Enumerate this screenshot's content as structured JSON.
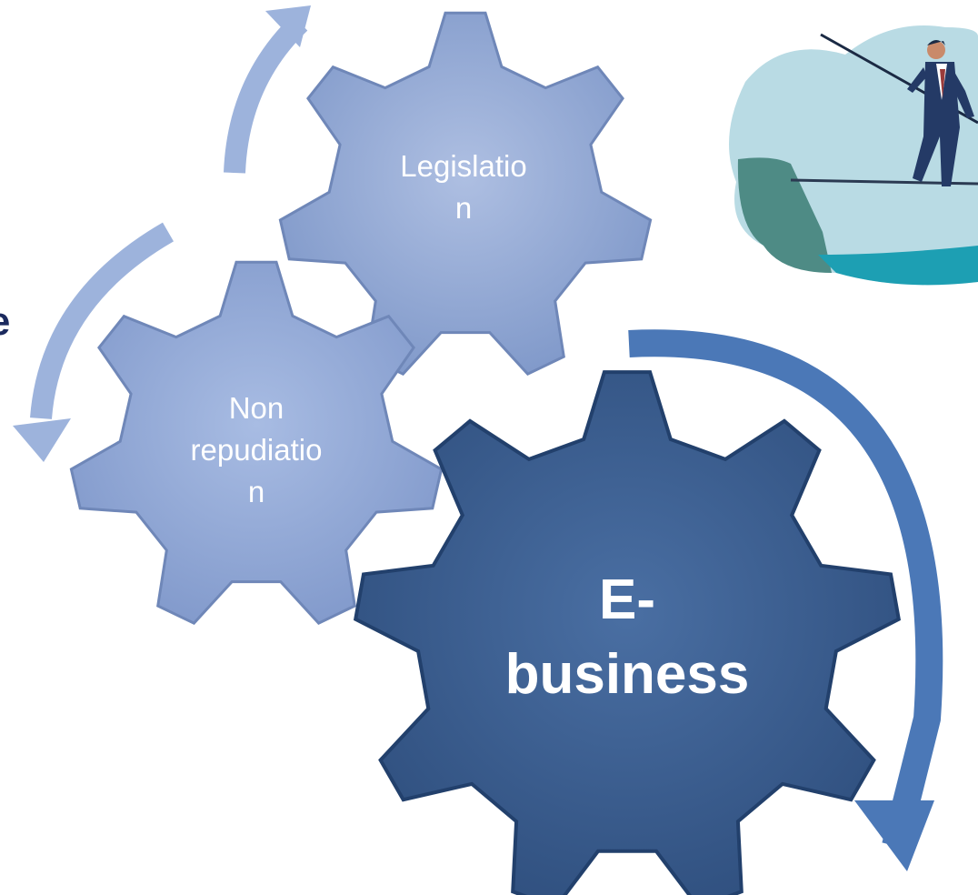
{
  "diagram": {
    "gears": [
      {
        "id": "legislation",
        "lines": [
          "Legislatio",
          "n"
        ]
      },
      {
        "id": "non-repudiation",
        "lines": [
          "Non",
          "repudiatio",
          "n"
        ]
      },
      {
        "id": "e-business",
        "lines": [
          "E-",
          "business"
        ]
      }
    ],
    "partial_text": "ue"
  },
  "colors": {
    "light_gear": "#8ea6d4",
    "mid_gear": "#8fa8d6",
    "dark_gear": "#3c5f91",
    "light_arrow": "#9db3dc",
    "dark_arrow": "#4b78b7",
    "partial_text": "#1b2a5e"
  },
  "icons": {
    "illustration": "tightrope-walker-illustration"
  }
}
